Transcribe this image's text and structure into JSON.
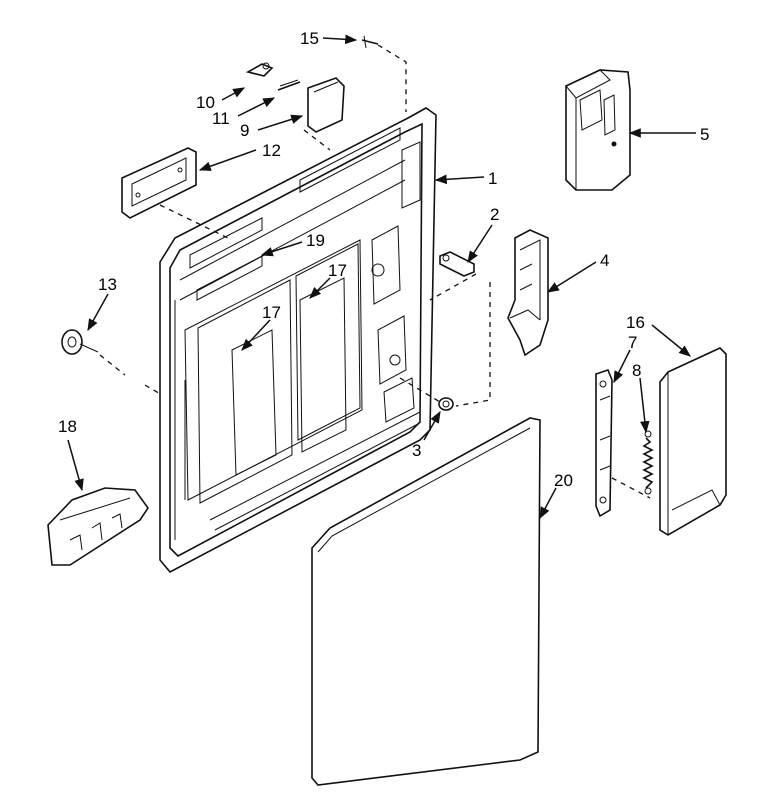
{
  "callouts": [
    {
      "id": "1",
      "text": "1"
    },
    {
      "id": "2",
      "text": "2"
    },
    {
      "id": "3",
      "text": "3"
    },
    {
      "id": "4",
      "text": "4"
    },
    {
      "id": "5",
      "text": "5"
    },
    {
      "id": "7",
      "text": "7"
    },
    {
      "id": "8",
      "text": "8"
    },
    {
      "id": "9",
      "text": "9"
    },
    {
      "id": "10",
      "text": "10"
    },
    {
      "id": "11",
      "text": "11"
    },
    {
      "id": "12",
      "text": "12"
    },
    {
      "id": "13",
      "text": "13"
    },
    {
      "id": "15",
      "text": "15"
    },
    {
      "id": "16",
      "text": "16"
    },
    {
      "id": "17a",
      "text": "17"
    },
    {
      "id": "17b",
      "text": "17"
    },
    {
      "id": "18",
      "text": "18"
    },
    {
      "id": "19",
      "text": "19"
    },
    {
      "id": "20",
      "text": "20"
    }
  ]
}
